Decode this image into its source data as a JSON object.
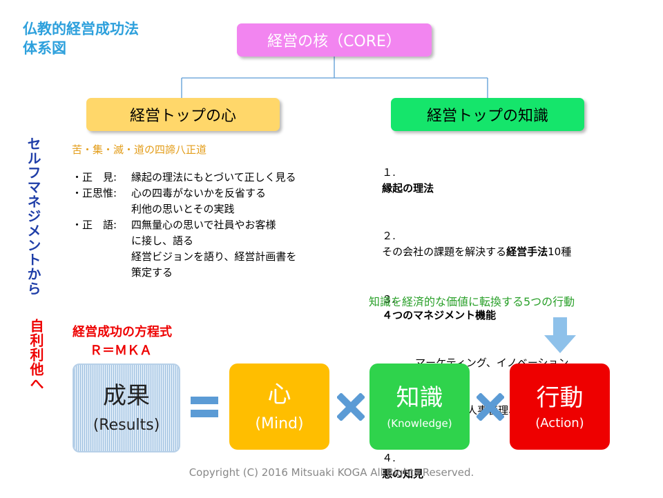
{
  "title": {
    "line1": "仏教的経営成功法",
    "line2": "体系図"
  },
  "core": {
    "label": "経営の核（CORE）"
  },
  "heart": {
    "label": "経営トップの心",
    "subtitle": "苦・集・滅・道の四諦八正道",
    "items": [
      {
        "key": "・正　見:",
        "val": "縁起の理法にもとづいて正しく見る"
      },
      {
        "key": "・正思惟:",
        "val": "心の四毒がないかを反省する"
      },
      {
        "key": "",
        "val": "利他の思いとその実践"
      },
      {
        "key": "・正　語:",
        "val": "四無量心の思いで社員やお客様"
      },
      {
        "key": "",
        "val": "に接し、語る"
      },
      {
        "key": "",
        "val": "経営ビジョンを語り、経営計画書を"
      },
      {
        "key": "",
        "val": "策定する"
      }
    ]
  },
  "knowledge": {
    "label": "経営トップの知識",
    "items": [
      {
        "num": "１.",
        "pre": "",
        "bold": "縁起の理法",
        "post": ""
      },
      {
        "num": "２.",
        "pre": "その会社の課題を解決する",
        "bold": "経営手法",
        "post": "10種"
      },
      {
        "num": "３.",
        "pre": "",
        "bold": "４つのマネジメント機能",
        "post": ""
      },
      {
        "num": "",
        "pre": "マーケティング、イノベーション、",
        "bold": "",
        "post": ""
      },
      {
        "num": "",
        "pre": "人を活かす人事管理、管理会計",
        "bold": "",
        "post": ""
      },
      {
        "num": "４.",
        "pre": "",
        "bold": "悪の知見",
        "post": ""
      }
    ],
    "action_note": "知識を経済的な価値に転換する5つの行動"
  },
  "side_labels": {
    "self_management": "セルフマネジメントから",
    "self_and_others": "自利利他へ"
  },
  "equation": {
    "title": "経営成功の方程式",
    "formula": "Ｒ＝ＭＫＡ",
    "results_main": "成果",
    "results_sub": "(Results)",
    "mind_main": "心",
    "mind_sub": "(Mind)",
    "knowledge_main": "知識",
    "knowledge_sub": "(Knowledge)",
    "action_main": "行動",
    "action_sub": "(Action)"
  },
  "colors": {
    "title": "#2da0dc",
    "core": "#f285f0",
    "heart": "#ffd76a",
    "knowledge": "#15e56b",
    "mind": "#ffbe00",
    "knowledge_box": "#2fd34c",
    "action": "#ee0000",
    "operator": "#5b9bd5"
  },
  "footer": {
    "copyright": "Copyright (C) 2016 Mitsuaki KOGA All Rights Reserved."
  }
}
